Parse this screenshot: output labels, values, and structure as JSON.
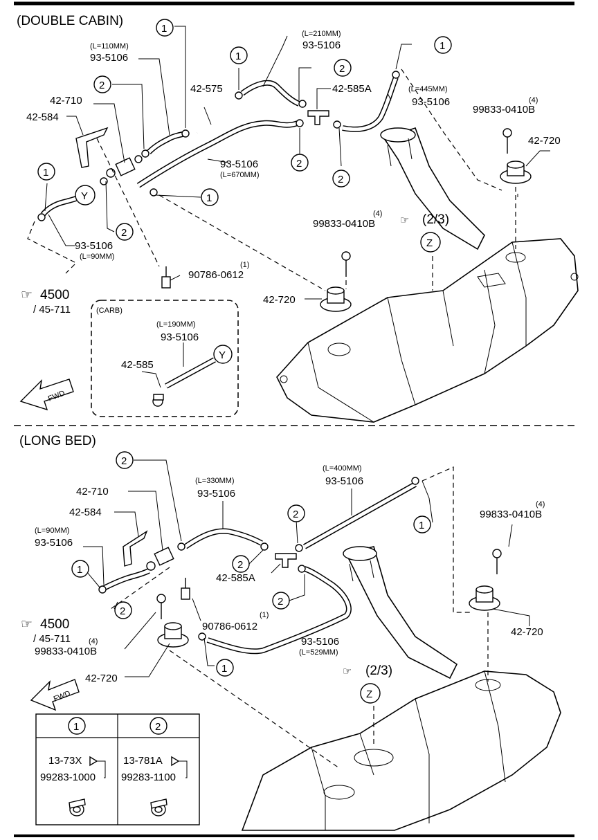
{
  "sections": {
    "top_title": "(DOUBLE CABIN)",
    "bottom_title": "(LONG BED)",
    "carb_title": "(CARB)"
  },
  "callouts": [
    "1",
    "2"
  ],
  "letter_y": "Y",
  "letter_z": "Z",
  "fwd": "FWD",
  "top": {
    "len_110": "(L=110MM)",
    "len_210": "(L=210MM)",
    "len_445": "(L=445MM)",
    "len_670": "(L=670MM)",
    "len_90": "(L=90MM)",
    "len_190": "(L=190MM)",
    "p93_5106": "93-5106",
    "p42_575": "42-575",
    "p42_585A": "42-585A",
    "p42_710": "42-710",
    "p42_584": "42-584",
    "p42_720": "42-720",
    "p42_585": "42-585",
    "p99833": "99833-0410B",
    "p90786": "90786-0612",
    "qty4": "(4)",
    "qty1": "(1)",
    "ref_4500": "4500",
    "ref_45711": "/ 45-711",
    "ref_23": "(2/3)"
  },
  "bottom": {
    "len_330": "(L=330MM)",
    "len_400": "(L=400MM)",
    "len_90": "(L=90MM)",
    "len_529": "(L=529MM)",
    "p93_5106": "93-5106",
    "p42_710": "42-710",
    "p42_584": "42-584",
    "p42_585A": "42-585A",
    "p42_720": "42-720",
    "p99833": "99833-0410B",
    "p90786": "90786-0612",
    "qty4": "(4)",
    "qty1": "(1)",
    "ref_4500": "4500",
    "ref_45711": "/ 45-711",
    "ref_23": "(2/3)"
  },
  "legend": {
    "col1": "1",
    "col2": "2",
    "c1_part": "13-73X",
    "c1_num": "99283-1000",
    "c2_part": "13-781A",
    "c2_num": "99283-1100"
  }
}
